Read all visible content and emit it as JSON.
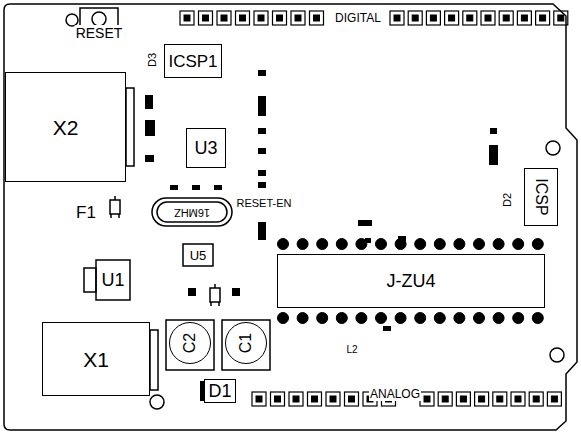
{
  "diagram": {
    "nodes": [
      {
        "text": [
          "ICSP1"
        ]
      },
      {
        "text": [
          "X2"
        ]
      },
      {
        "text": [
          "U3"
        ]
      },
      {
        "text": [
          "ICSP"
        ]
      },
      {
        "text": [
          "J-ZU4"
        ]
      },
      {
        "text": [
          "C2"
        ]
      },
      {
        "text": [
          "C1"
        ]
      },
      {
        "text": [
          "X1"
        ]
      },
      {
        "text": [
          "D1"
        ]
      }
    ],
    "labels": [
      "RESET",
      "DIGITAL",
      "D3",
      "F1",
      "RESET-EN",
      "16MHZ",
      "U5",
      "U1",
      "D2",
      "L2",
      "ANALOG"
    ]
  }
}
